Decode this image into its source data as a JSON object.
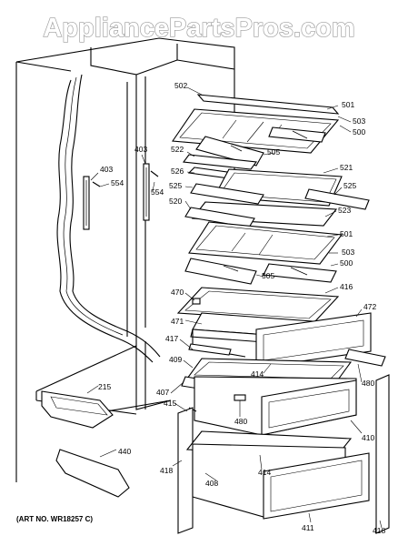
{
  "watermark": "AppliancePartsPros.com",
  "art_number": "(ART NO. WR18257 C)",
  "callouts": [
    "502",
    "501",
    "503",
    "500",
    "505",
    "522",
    "526",
    "521",
    "525",
    "523",
    "520",
    "501",
    "503",
    "500",
    "505",
    "470",
    "416",
    "472",
    "471",
    "417",
    "409",
    "414",
    "480",
    "407",
    "415",
    "480",
    "410",
    "418",
    "408",
    "414",
    "411",
    "418",
    "403",
    "554",
    "403",
    "554",
    "215",
    "440"
  ]
}
